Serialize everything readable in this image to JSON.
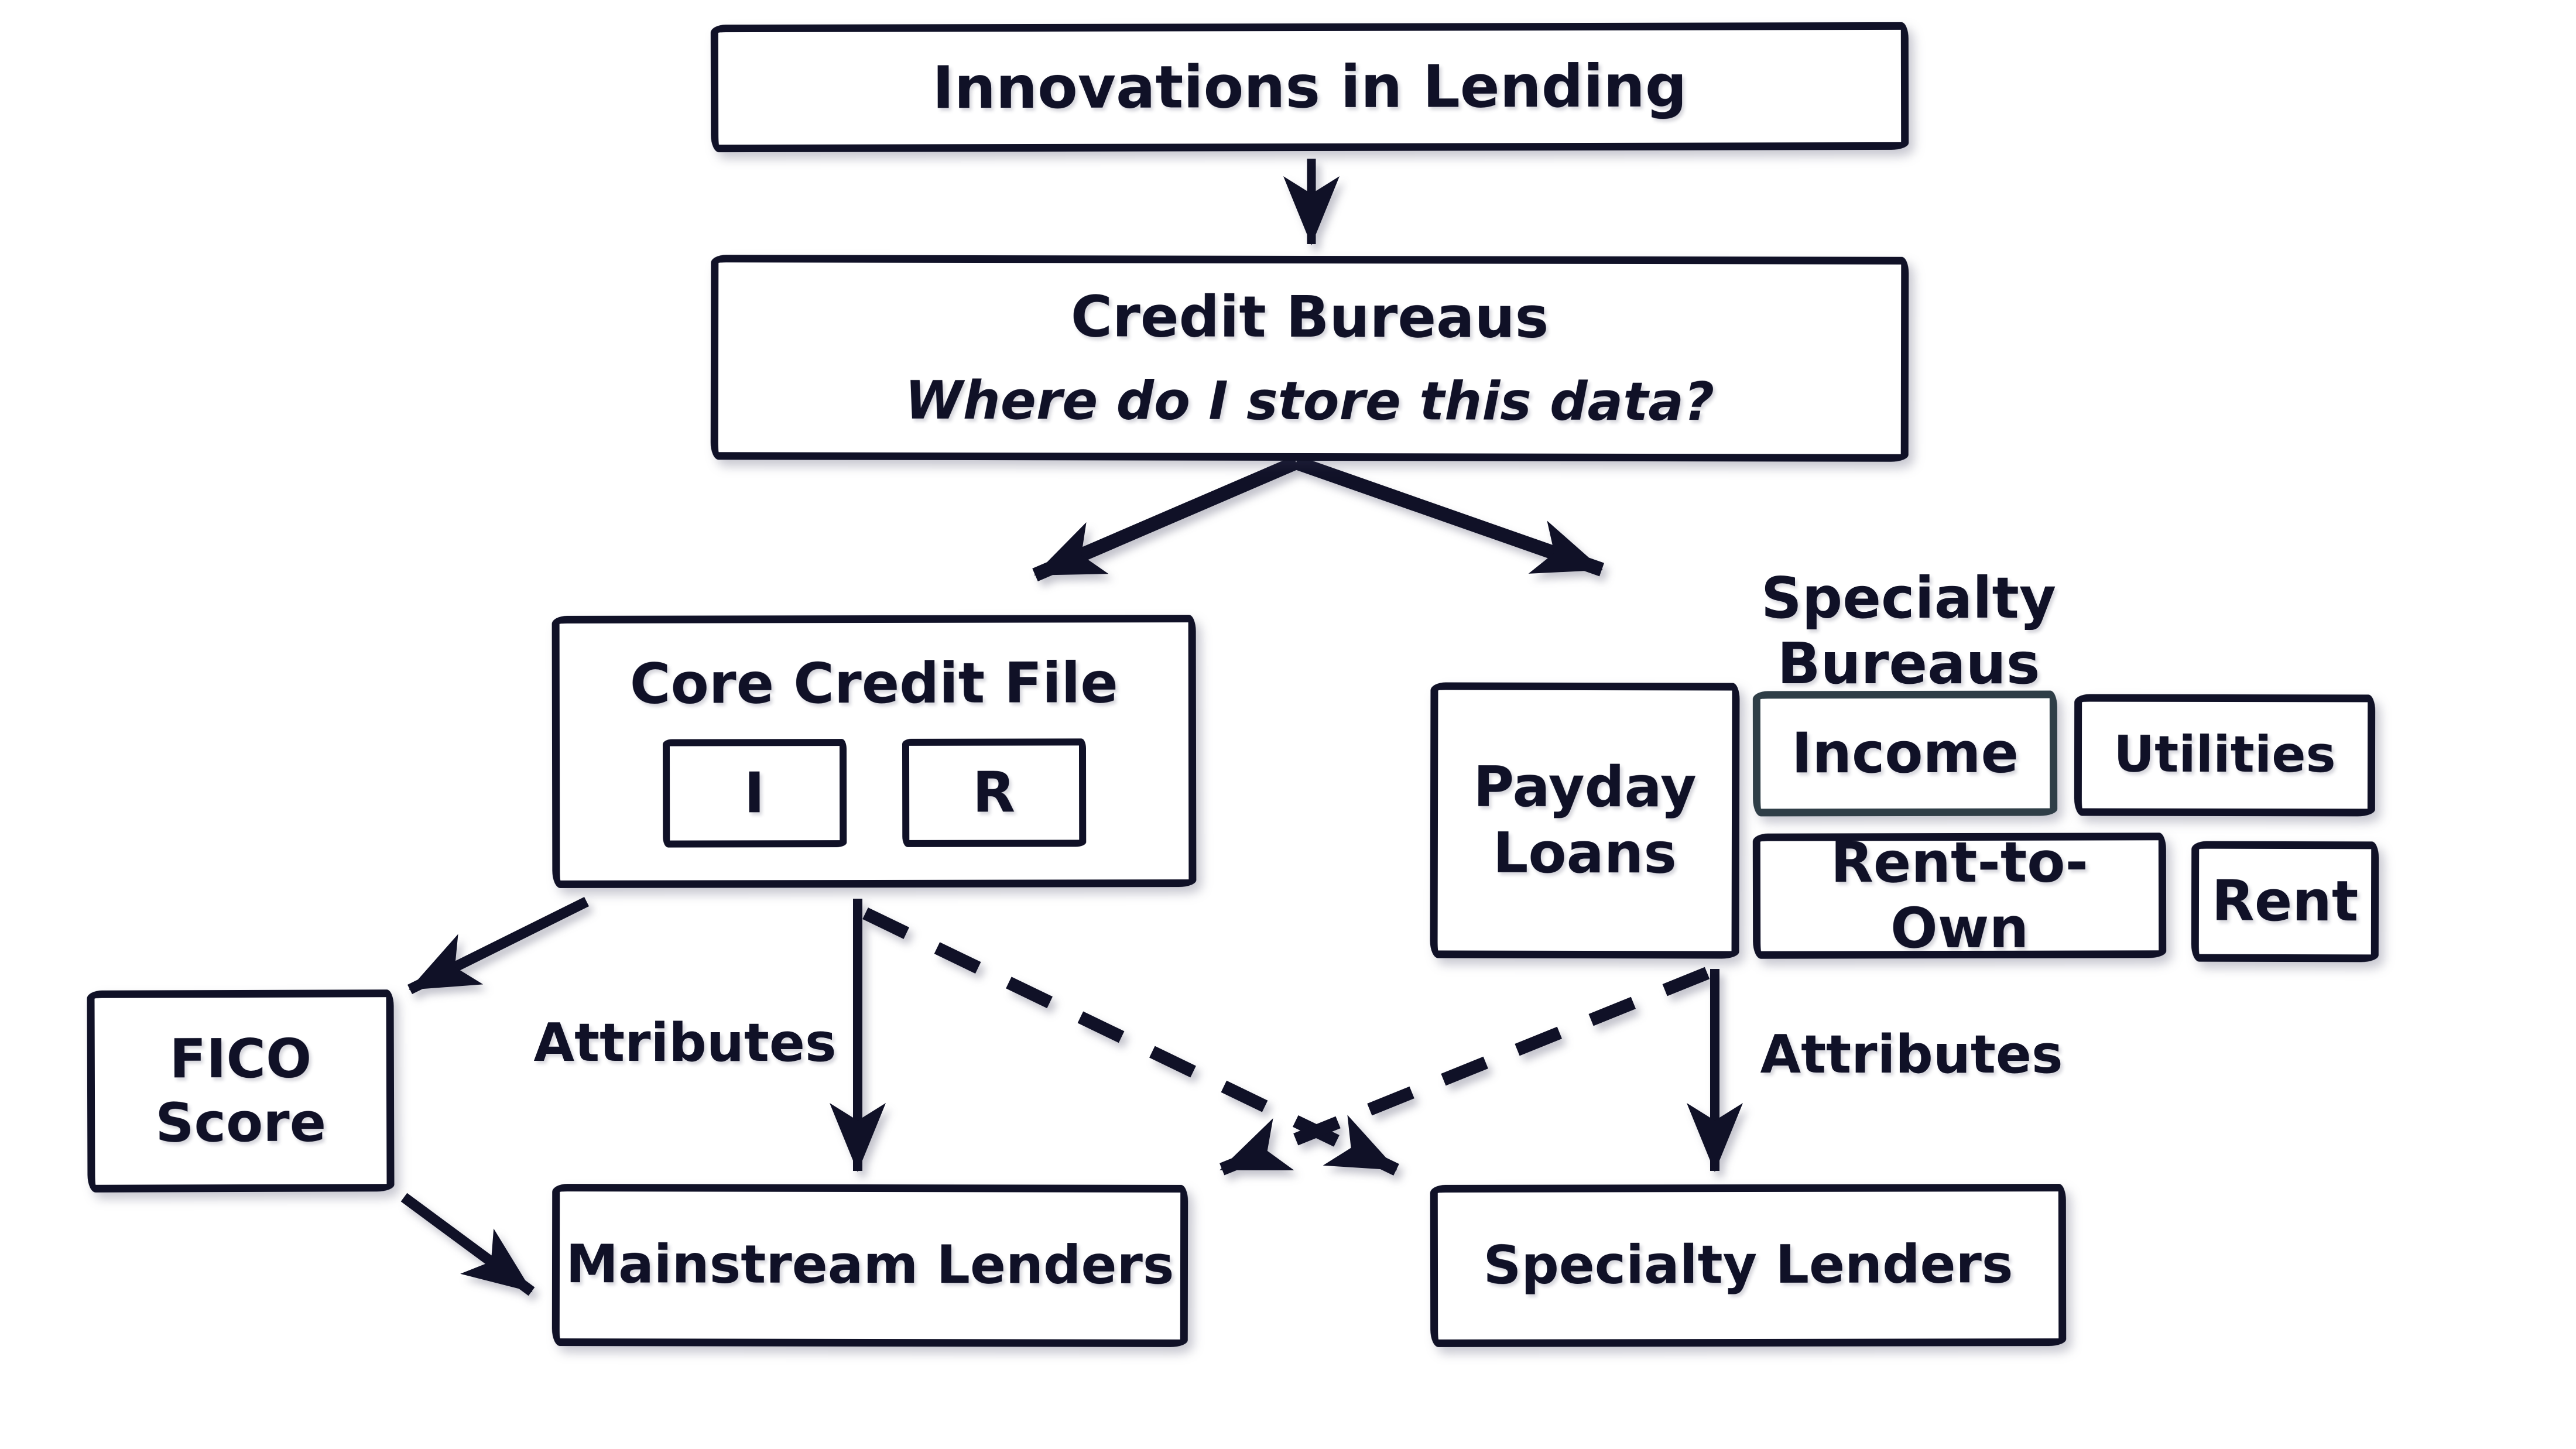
{
  "colors": {
    "ink": "#101127",
    "income_border": "#2f3e47",
    "background": "#ffffff"
  },
  "nodes": {
    "innovations": {
      "label": "Innovations in Lending"
    },
    "credit_bureaus": {
      "title": "Credit Bureaus",
      "question": "Where do I store this data?"
    },
    "core_credit_file": {
      "title": "Core Credit File",
      "items": [
        {
          "label": "I"
        },
        {
          "label": "R"
        }
      ]
    },
    "specialty_bureaus": {
      "label": "Specialty Bureaus",
      "payday": "Payday Loans",
      "income": "Income",
      "utilities": "Utilities",
      "rent_to_own": "Rent-to-Own",
      "rent": "Rent"
    },
    "fico": {
      "label": "FICO Score"
    },
    "mainstream_lenders": {
      "label": "Mainstream Lenders"
    },
    "specialty_lenders": {
      "label": "Specialty Lenders"
    }
  },
  "edge_labels": {
    "attributes_left": "Attributes",
    "attributes_right": "Attributes"
  }
}
